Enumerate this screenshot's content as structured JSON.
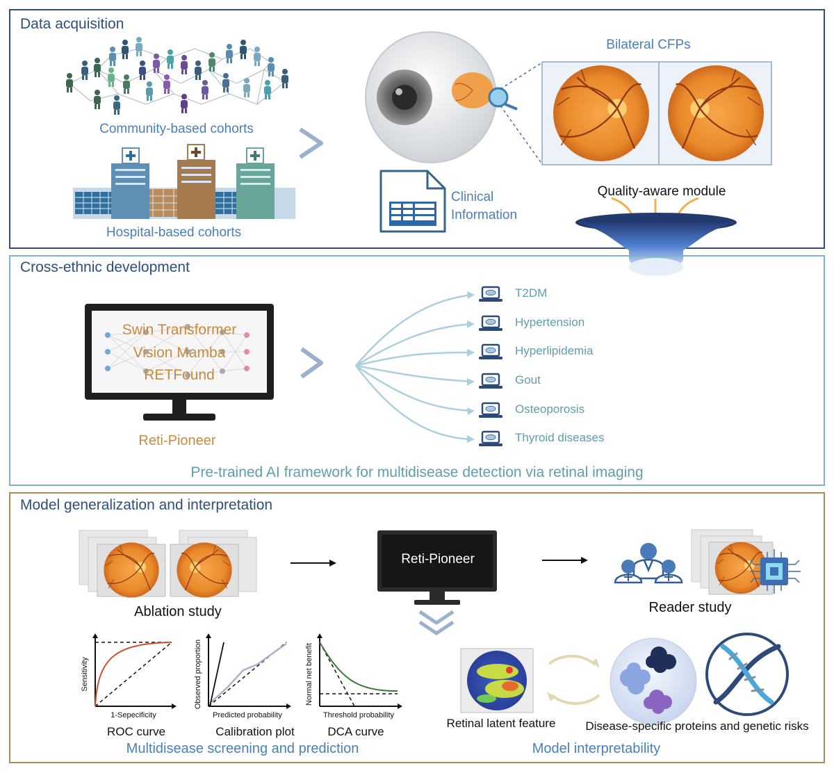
{
  "panels": {
    "data_acquisition": {
      "title": "Data acquisition",
      "community_label": "Community-based cohorts",
      "hospital_label": "Hospital-based cohorts",
      "bilateral_label": "Bilateral CFPs",
      "clinical_label_line1": "Clinical",
      "clinical_label_line2": "Information",
      "quality_label": "Quality-aware module"
    },
    "cross_ethnic": {
      "title": "Cross-ethnic development",
      "models": [
        "Swin Transformer",
        "Vision Mamba",
        "RETFound"
      ],
      "framework_name": "Reti-Pioneer",
      "diseases": [
        "T2DM",
        "Hypertension",
        "Hyperlipidemia",
        "Gout",
        "Osteoporosis",
        "Thyroid diseases"
      ],
      "caption": "Pre-trained AI framework for multidisease detection via retinal imaging"
    },
    "generalization": {
      "title": "Model generalization and interpretation",
      "ablation_label": "Ablation study",
      "monitor_label": "Reti-Pioneer",
      "reader_label": "Reader study",
      "charts": [
        {
          "name": "ROC curve",
          "xlabel": "1-Sepecificity",
          "ylabel": "Sensitivity"
        },
        {
          "name": "Calibration plot",
          "xlabel": "Predicted probability",
          "ylabel": "Observed proportion"
        },
        {
          "name": "DCA curve",
          "xlabel": "Threshold probability",
          "ylabel": "Normal net benefit"
        }
      ],
      "screening_caption": "Multidisease screening and prediction",
      "retinal_label": "Retinal latent feature",
      "protein_label": "Disease-specific proteins and genetic risks",
      "interpret_caption": "Model interpretability"
    }
  },
  "colors": {
    "panel1_border": "#2d4f7a",
    "panel2_border": "#7fb3bd",
    "panel3_border": "#b08a5a",
    "accent_blue": "#4a7fb8",
    "accent_orange": "#c98b3e",
    "accent_teal": "#5e9eae"
  }
}
